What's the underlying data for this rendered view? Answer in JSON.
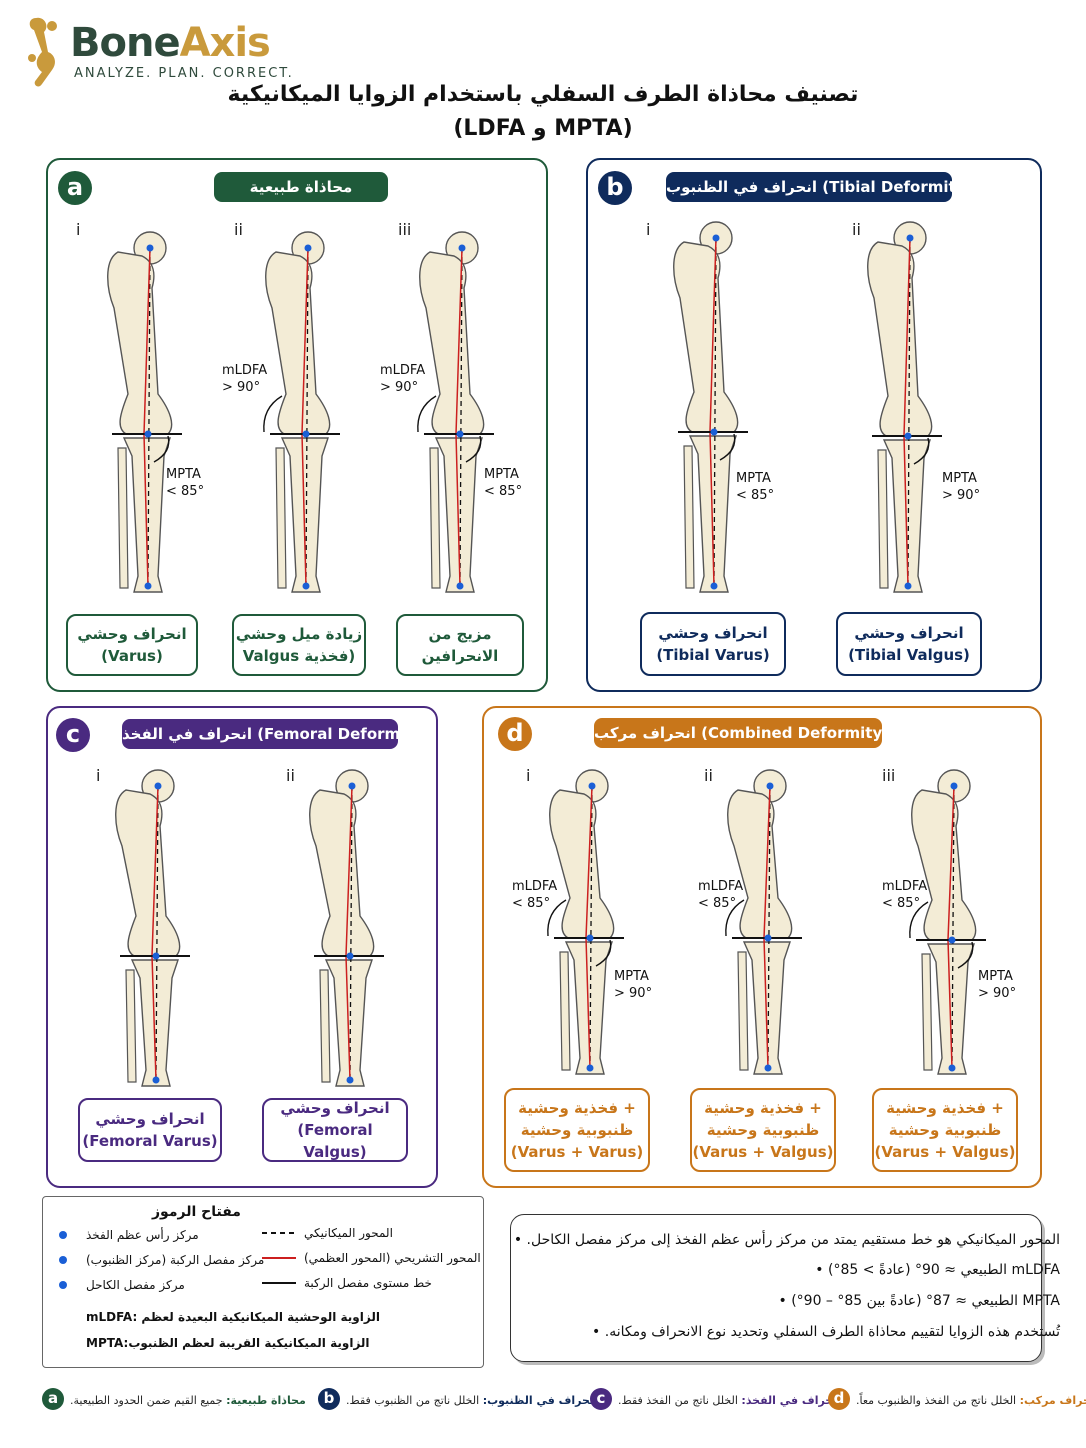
{
  "brand": {
    "name_part1": "Bone",
    "name_part2": "Axis",
    "tagline": "ANALYZE. PLAN. CORRECT."
  },
  "title": {
    "line1": "تصنيف محاذاة الطرف السفلي باستخدام الزوايا الميكانيكية",
    "line2": "(LDFA و MPTA)"
  },
  "colors": {
    "green": "#1f5a3a",
    "navy": "#0f2b5c",
    "purple": "#4a2a80",
    "orange": "#c8761a",
    "axis_red": "#cc1f1f",
    "dot_blue": "#1a5fd6"
  },
  "panels": {
    "a": {
      "badge": "a",
      "label": "محاذاة طبيعية",
      "romans": [
        "i",
        "ii",
        "iii"
      ],
      "angles": [
        {
          "line1": "MPTA",
          "line2": "< 85°"
        },
        {
          "line1": "mLDFA",
          "line2": "> 90°"
        },
        {
          "line1": "mLDFA",
          "line2": "> 90°"
        },
        {
          "line1": "MPTA",
          "line2": "< 85°"
        }
      ],
      "captions": [
        {
          "line1": "انحراف وحشي",
          "line2": "(Varus)"
        },
        {
          "line1": "زيادة ميل وحشي",
          "line2": "Valgus فخذية)"
        },
        {
          "line1": "مزيج من",
          "line2": "الانحرافين"
        }
      ]
    },
    "b": {
      "badge": "b",
      "label": "انحراف في الظنبوب (Tibial Deformity)",
      "romans": [
        "i",
        "ii"
      ],
      "angles": [
        {
          "line1": "MPTA",
          "line2": "< 85°"
        },
        {
          "line1": "MPTA",
          "line2": "> 90°"
        }
      ],
      "captions": [
        {
          "line1": "انحراف وحشي",
          "line2": "(Tibial Varus)"
        },
        {
          "line1": "انحراف وحشي",
          "line2": "(Tibial Valgus)"
        }
      ]
    },
    "c": {
      "badge": "c",
      "label": "انحراف في الفخذ (Femoral Deformity)",
      "romans": [
        "i",
        "ii"
      ],
      "captions": [
        {
          "line1": "انحراف وحشي",
          "line2": "(Femoral Varus)"
        },
        {
          "line1": "انحراف وحشي",
          "line2": "(Femoral Valgus)"
        }
      ]
    },
    "d": {
      "badge": "d",
      "label": "انحراف مركب (Combined Deformity)",
      "romans": [
        "i",
        "ii",
        "iii"
      ],
      "angles": [
        {
          "line1": "mLDFA",
          "line2": "< 85°"
        },
        {
          "line1": "MPTA",
          "line2": "> 90°"
        },
        {
          "line1": "mLDFA",
          "line2": "< 85°"
        },
        {
          "line1": "mLDFA",
          "line2": "< 85°"
        },
        {
          "line1": "MPTA",
          "line2": "> 90°"
        }
      ],
      "captions": [
        {
          "line1": "فخذية وحشية +",
          "line2": "ظنبوبية وحشية",
          "line3": "(Varus + Varus)"
        },
        {
          "line1": "فخذية وحشية +",
          "line2": "ظنبوبية وحشية",
          "line3": "(Varus + Valgus)"
        },
        {
          "line1": "فخذية وحشية +",
          "line2": "ظنبوبية وحشية",
          "line3": "(Varus + Valgus)"
        }
      ]
    }
  },
  "legend": {
    "title": "مفتاح الرموز",
    "mech_axis": "المحور الميكانيكي",
    "anat_axis": "المحور التشريحي (المحور العظمي)",
    "knee_line": "خط مستوى مفصل الركبة",
    "femoral_head": "مركز رأس عظم الفخذ",
    "knee_center": "مركز مفصل الركبة (مركز الظنبوب)",
    "ankle_center": "مركز مفصل الكاحل",
    "mldfa_def": "mLDFA: الزاوية الوحشية الميكانيكية البعيدة لعظم",
    "mpta_def": "MPTA:الزاوية الميكانيكية القريبة لعظم الظنبوب"
  },
  "notes": [
    "المحور الميكانيكي هو خط مستقيم يمتد من مركز رأس عظم الفخذ إلى مركز مفصل الكاحل.",
    "mLDFA الطبيعي ≈ 90° (عادةً > 85°)",
    "MPTA الطبيعي ≈ 87° (عادةً بين 85° – 90°)",
    "تُستخدم هذه الزوايا لتقييم محاذاة الطرف السفلي وتحديد نوع الانحراف ومكانه."
  ],
  "footer": [
    {
      "badge": "a",
      "bold": "محاذاة طبيعية:",
      "text": " جميع القيم ضمن الحدود الطبيعية."
    },
    {
      "badge": "b",
      "bold": "انحراف في الظنبوب:",
      "text": " الخلل ناتج من الظنبوب فقط."
    },
    {
      "badge": "c",
      "bold": "انحراف في الفخذ:",
      "text": " الخلل ناتج من الفخذ فقط."
    },
    {
      "badge": "d",
      "bold": "انحراف مركب:",
      "text": " الخلل ناتج من الفخذ والظنبوب معاً."
    }
  ]
}
